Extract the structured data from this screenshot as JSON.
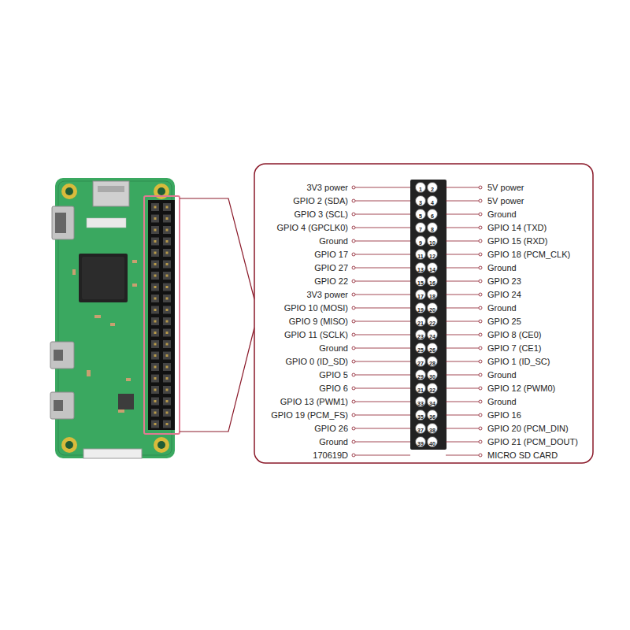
{
  "diagram": {
    "nodes": [
      {
        "text": [
          "1"
        ]
      },
      {
        "text": [
          "2"
        ]
      },
      {
        "text": [
          "3"
        ]
      },
      {
        "text": [
          "4"
        ]
      },
      {
        "text": [
          "5"
        ]
      },
      {
        "text": [
          "6"
        ]
      },
      {
        "text": [
          "7"
        ]
      },
      {
        "text": [
          "8"
        ]
      },
      {
        "text": [
          "9"
        ]
      },
      {
        "text": [
          "10"
        ]
      },
      {
        "text": [
          "11"
        ]
      },
      {
        "text": [
          "12"
        ]
      },
      {
        "text": [
          "13"
        ]
      },
      {
        "text": [
          "14"
        ]
      },
      {
        "text": [
          "15"
        ]
      },
      {
        "text": [
          "16"
        ]
      },
      {
        "text": [
          "17"
        ]
      },
      {
        "text": [
          "18"
        ]
      },
      {
        "text": [
          "19"
        ]
      },
      {
        "text": [
          "20"
        ]
      },
      {
        "text": [
          "21"
        ]
      },
      {
        "text": [
          "22"
        ]
      },
      {
        "text": [
          "23"
        ]
      },
      {
        "text": [
          "24"
        ]
      },
      {
        "text": [
          "25"
        ]
      },
      {
        "text": [
          "26"
        ]
      },
      {
        "text": [
          "27"
        ]
      },
      {
        "text": [
          "28"
        ]
      },
      {
        "text": [
          "29"
        ]
      },
      {
        "text": [
          "30"
        ]
      },
      {
        "text": [
          "31"
        ]
      },
      {
        "text": [
          "32"
        ]
      },
      {
        "text": [
          "33"
        ]
      },
      {
        "text": [
          "34"
        ]
      },
      {
        "text": [
          "35"
        ]
      },
      {
        "text": [
          "36"
        ]
      },
      {
        "text": [
          "37"
        ]
      },
      {
        "text": [
          "38"
        ]
      },
      {
        "text": [
          "39"
        ]
      },
      {
        "text": [
          "40"
        ]
      }
    ],
    "labels": [
      "3V3 power",
      "5V power",
      "GPIO 2 (SDA)",
      "5V power",
      "GPIO 3 (SCL)",
      "Ground",
      "GPIO 4 (GPCLK0)",
      "GPIO 14 (TXD)",
      "Ground",
      "GPIO 15 (RXD)",
      "GPIO 17",
      "GPIO 18 (PCM_CLK)",
      "GPIO 27",
      "Ground",
      "GPIO 22",
      "GPIO 23",
      "3V3 power",
      "GPIO 24",
      "GPIO 10 (MOSI)",
      "Ground",
      "GPIO 9 (MISO)",
      "GPIO 25",
      "GPIO 11 (SCLK)",
      "GPIO 8 (CE0)",
      "Ground",
      "GPIO 7 (CE1)",
      "GPIO 0 (ID_SD)",
      "GPIO 1 (ID_SC)",
      "GPIO 5",
      "Ground",
      "GPIO 6",
      "GPIO 12 (PWM0)",
      "GPIO 13 (PWM1)",
      "Ground",
      "GPIO 19 (PCM_FS)",
      "GPIO 16",
      "GPIO 26",
      "GPIO 20 (PCM_DIN)",
      "Ground",
      "GPIO 21 (PCM_DOUT)",
      "170619D",
      "MICRO SD CARD"
    ]
  }
}
